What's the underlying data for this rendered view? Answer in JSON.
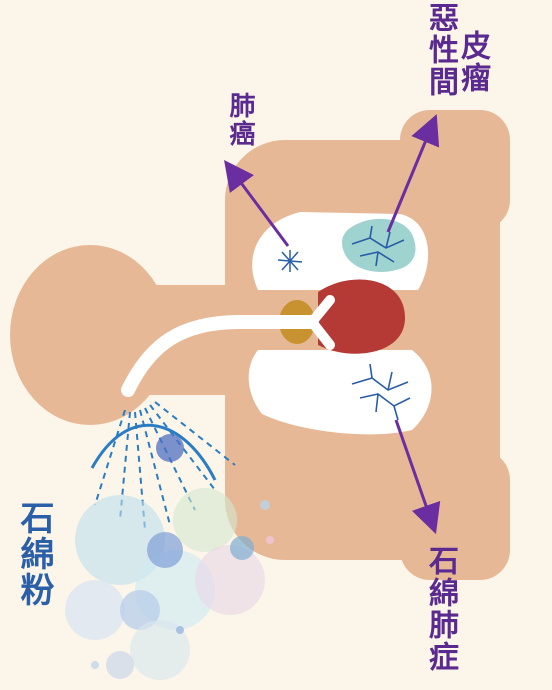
{
  "labels": {
    "asbestos_dust": "石綿粉",
    "lung_cancer": "肺癌",
    "mesothelioma_line1": "惡性間",
    "mesothelioma_line2": "皮瘤",
    "asbestosis": "石綿肺症"
  },
  "colors": {
    "background": "#fbf6e9",
    "skin": "#e7b896",
    "lung": "#ffffff",
    "heart": "#b53a35",
    "arrow": "#6a2ea0",
    "label_blue": "#2b5fa8",
    "label_purple": "#5b2a90",
    "fibers": "#2a7cc4",
    "tumor": "#9fd3cf"
  },
  "icons": [
    "arrow-icon",
    "dust-bubbles",
    "airway",
    "heart",
    "lungs"
  ]
}
